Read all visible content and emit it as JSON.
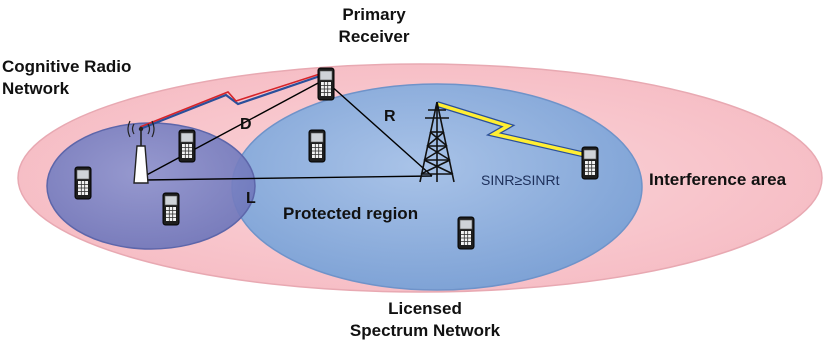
{
  "labels": {
    "primary_receiver": [
      "Primary",
      "Receiver"
    ],
    "cognitive_radio": [
      "Cognitive Radio",
      "Network"
    ],
    "interference_area": "Interference area",
    "protected_region": "Protected region",
    "sinr": "SINR≥SINRt",
    "licensed": [
      "Licensed",
      "Spectrum Network"
    ],
    "d": "D",
    "r": "R",
    "l": "L"
  },
  "colors": {
    "interference_fill": "#f8c6cc",
    "interference_stroke": "#e8a9b2",
    "protected_fill": "#8fb0dc",
    "protected_stroke": "#6f93c9",
    "cognitive_fill": "#7f86c4",
    "cognitive_stroke": "#5d66aa",
    "red_bolt": "#d6242a",
    "yellow_bolt": "#ffee33",
    "link_blue": "#2b4f9a"
  }
}
